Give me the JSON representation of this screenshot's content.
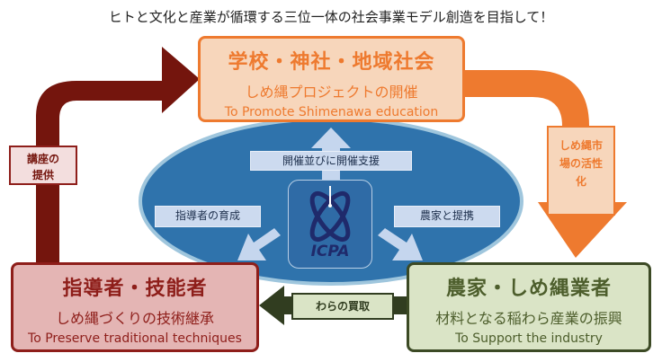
{
  "title": "ヒトと文化と産業が循環する三位一体の社会事業モデル創造を目指して！",
  "top_box": {
    "heading": "学校・神社・地域社会",
    "subtitle": "しめ縄プロジェクトの開催",
    "english": "To Promote Shimenawa education"
  },
  "left_box": {
    "heading": "指導者・技能者",
    "subtitle": "しめ縄づくりの技術継承",
    "english": "To Preserve traditional techniques"
  },
  "right_box": {
    "heading": "農家・しめ縄業者",
    "subtitle": "材料となる稲わら産業の振興",
    "english": "To Support the industry"
  },
  "left_arrow_label": "講座の提供",
  "right_arrow_label": "しめ縄市場の活性化",
  "bottom_arrow_label": "わらの買取",
  "center": {
    "up_label": "開催並びに開催支援",
    "left_label": "指導者の育成",
    "right_label": "農家と提携",
    "logo_text": "ICPA"
  },
  "colors": {
    "orange": "#ee7a2f",
    "dark_red": "#74150d",
    "blue": "#2f73ac",
    "dark_green": "#313d20"
  }
}
